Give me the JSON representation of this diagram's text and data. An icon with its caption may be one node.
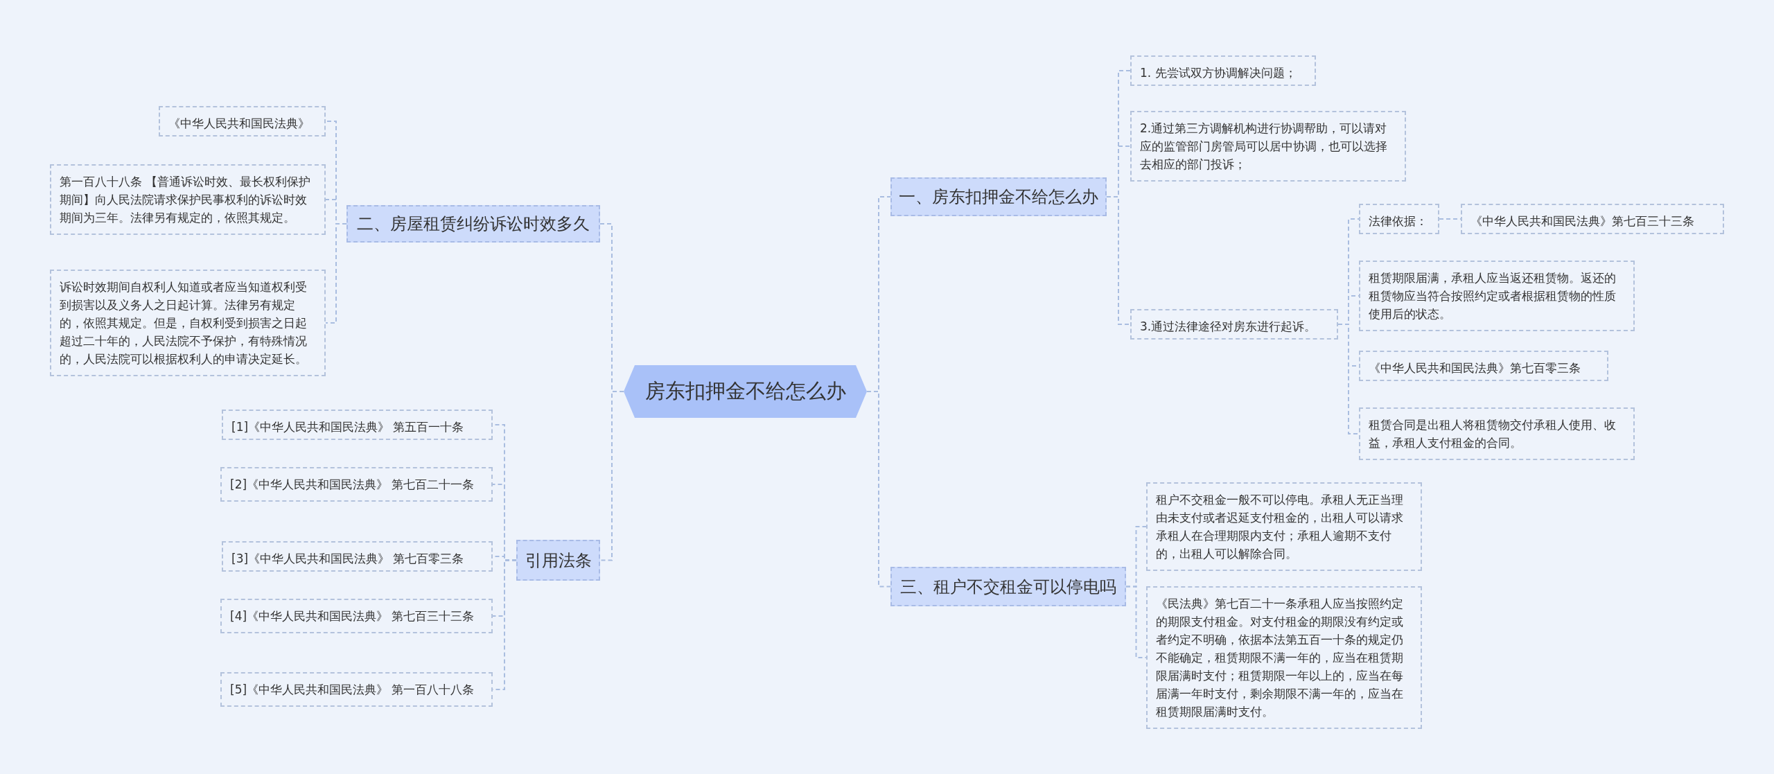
{
  "diagram": {
    "nodes": [
      {
        "text": [
          "房东扣押金不给怎么办"
        ]
      },
      {
        "text": [
          "一、房东扣押金不给怎么办"
        ]
      },
      {
        "text": [
          "1. 先尝试双方协调解决问题；"
        ]
      },
      {
        "text": [
          "2.通过第三方调解机构进行协调帮助，可以请对应的监管部门房管局可以居中协调，也可以选择去相应的部门投诉；"
        ]
      },
      {
        "text": [
          "3.通过法律途径对房东进行起诉。"
        ]
      },
      {
        "text": [
          "法律依据："
        ]
      },
      {
        "text": [
          "《中华人民共和国民法典》第七百三十三条"
        ]
      },
      {
        "text": [
          "租赁期限届满，承租人应当返还租赁物。返还的租赁物应当符合按照约定或者根据租赁物的性质使用后的状态。"
        ]
      },
      {
        "text": [
          "《中华人民共和国民法典》第七百零三条"
        ]
      },
      {
        "text": [
          "租赁合同是出租人将租赁物交付承租人使用、收益，承租人支付租金的合同。"
        ]
      },
      {
        "text": [
          "三、租户不交租金可以停电吗"
        ]
      },
      {
        "text": [
          "租户不交租金一般不可以停电。承租人无正当理由未支付或者迟延支付租金的，出租人可以请求承租人在合理期限内支付；承租人逾期不支付的，出租人可以解除合同。"
        ]
      },
      {
        "text": [
          "《民法典》第七百二十一条承租人应当按照约定的期限支付租金。对支付租金的期限没有约定或者约定不明确，依据本法第五百一十条的规定仍不能确定，租赁期限不满一年的，应当在租赁期限届满时支付；租赁期限一年以上的，应当在每届满一年时支付，剩余期限不满一年的，应当在租赁期限届满时支付。"
        ]
      },
      {
        "text": [
          "二、房屋租赁纠纷诉讼时效多久"
        ]
      },
      {
        "text": [
          "《中华人民共和国民法典》"
        ]
      },
      {
        "text": [
          "第一百八十八条 【普通诉讼时效、最长权利保护期间】向人民法院请求保护民事权利的诉讼时效期间为三年。法律另有规定的，依照其规定。"
        ]
      },
      {
        "text": [
          "诉讼时效期间自权利人知道或者应当知道权利受到损害以及义务人之日起计算。法律另有规定的，依照其规定。但是，自权利受到损害之日起超过二十年的，人民法院不予保护，有特殊情况的，人民法院可以根据权利人的申请决定延长。"
        ]
      },
      {
        "text": [
          "引用法条"
        ]
      },
      {
        "text": [
          "[1]《中华人民共和国民法典》 第五百一十条"
        ]
      },
      {
        "text": [
          "[2]《中华人民共和国民法典》 第七百二十一条"
        ]
      },
      {
        "text": [
          "[3]《中华人民共和国民法典》 第七百零三条"
        ]
      },
      {
        "text": [
          "[4]《中华人民共和国民法典》 第七百三十三条"
        ]
      },
      {
        "text": [
          "[5]《中华人民共和国民法典》 第一百八十八条"
        ]
      }
    ],
    "edges": [
      {
        "from": 0,
        "to": 1,
        "arrow": "none"
      },
      {
        "from": 1,
        "to": 2,
        "arrow": "none"
      },
      {
        "from": 1,
        "to": 3,
        "arrow": "none"
      },
      {
        "from": 1,
        "to": 4,
        "arrow": "none"
      },
      {
        "from": 4,
        "to": 5,
        "arrow": "none"
      },
      {
        "from": 5,
        "to": 6,
        "arrow": "none"
      },
      {
        "from": 4,
        "to": 7,
        "arrow": "none"
      },
      {
        "from": 4,
        "to": 8,
        "arrow": "none"
      },
      {
        "from": 4,
        "to": 9,
        "arrow": "none"
      },
      {
        "from": 0,
        "to": 10,
        "arrow": "none"
      },
      {
        "from": 10,
        "to": 11,
        "arrow": "none"
      },
      {
        "from": 10,
        "to": 12,
        "arrow": "none"
      },
      {
        "from": 0,
        "to": 13,
        "arrow": "none"
      },
      {
        "from": 13,
        "to": 14,
        "arrow": "none"
      },
      {
        "from": 13,
        "to": 15,
        "arrow": "none"
      },
      {
        "from": 13,
        "to": 16,
        "arrow": "none"
      },
      {
        "from": 0,
        "to": 17,
        "arrow": "none"
      },
      {
        "from": 17,
        "to": 18,
        "arrow": "none"
      },
      {
        "from": 17,
        "to": 19,
        "arrow": "none"
      },
      {
        "from": 17,
        "to": 20,
        "arrow": "none"
      },
      {
        "from": 17,
        "to": 21,
        "arrow": "none"
      },
      {
        "from": 17,
        "to": 22,
        "arrow": "none"
      }
    ]
  }
}
